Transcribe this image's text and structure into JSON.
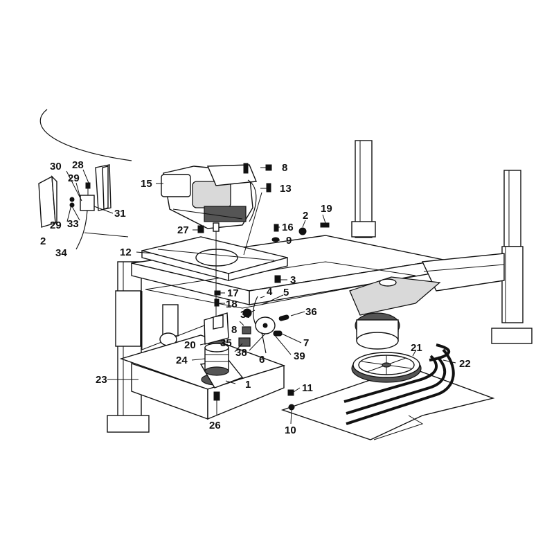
{
  "diagram": {
    "labels": [
      {
        "id": "l30",
        "text": "30"
      },
      {
        "id": "l28",
        "text": "28"
      },
      {
        "id": "l29a",
        "text": "29"
      },
      {
        "id": "l33",
        "text": "33"
      },
      {
        "id": "l29b",
        "text": "29"
      },
      {
        "id": "l31",
        "text": "31"
      },
      {
        "id": "l2a",
        "text": "2"
      },
      {
        "id": "l34",
        "text": "34"
      },
      {
        "id": "l15",
        "text": "15"
      },
      {
        "id": "l8a",
        "text": "8"
      },
      {
        "id": "l13",
        "text": "13"
      },
      {
        "id": "l2b",
        "text": "2"
      },
      {
        "id": "l19",
        "text": "19"
      },
      {
        "id": "l16",
        "text": "16"
      },
      {
        "id": "l9",
        "text": "9"
      },
      {
        "id": "l27",
        "text": "27"
      },
      {
        "id": "l12",
        "text": "12"
      },
      {
        "id": "l3",
        "text": "3"
      },
      {
        "id": "l17",
        "text": "17"
      },
      {
        "id": "l4",
        "text": "4"
      },
      {
        "id": "l5",
        "text": "5"
      },
      {
        "id": "l18",
        "text": "18"
      },
      {
        "id": "l37",
        "text": "37"
      },
      {
        "id": "l36",
        "text": "36"
      },
      {
        "id": "l8b",
        "text": "8"
      },
      {
        "id": "l7",
        "text": "7"
      },
      {
        "id": "l20",
        "text": "20"
      },
      {
        "id": "l35",
        "text": "35"
      },
      {
        "id": "l38",
        "text": "38"
      },
      {
        "id": "l39",
        "text": "39"
      },
      {
        "id": "l6",
        "text": "6"
      },
      {
        "id": "l21",
        "text": "21"
      },
      {
        "id": "l22",
        "text": "22"
      },
      {
        "id": "l24",
        "text": "24"
      },
      {
        "id": "l23",
        "text": "23"
      },
      {
        "id": "l1",
        "text": "1"
      },
      {
        "id": "l11",
        "text": "11"
      },
      {
        "id": "l26",
        "text": "26"
      },
      {
        "id": "l10",
        "text": "10"
      }
    ]
  }
}
